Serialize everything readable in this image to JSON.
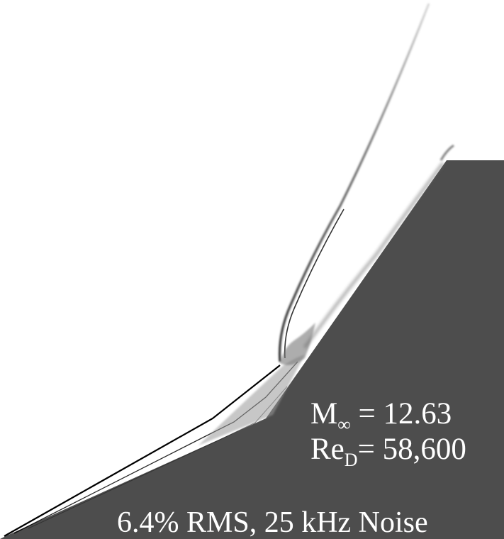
{
  "annotations": {
    "mach_symbol": "M",
    "mach_subscript": "∞",
    "mach_value": " = 12.63",
    "re_symbol": "Re",
    "re_subscript": "D",
    "re_value": "= 58,600",
    "noise": "6.4% RMS, 25 kHz Noise"
  },
  "colors": {
    "background": "#ffffff",
    "body": "#4d4d4d",
    "shock": "#000000",
    "text": "#ffffff"
  }
}
